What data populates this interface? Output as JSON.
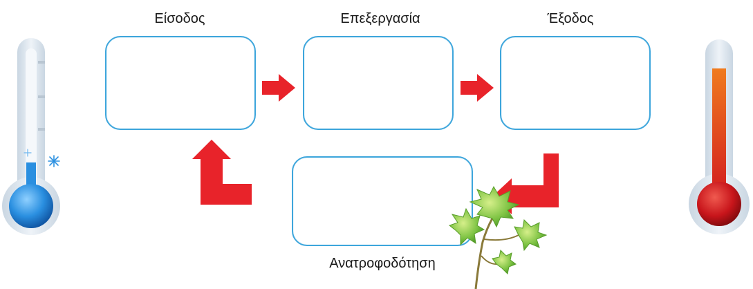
{
  "diagram": {
    "stages": {
      "input": "Είσοδος",
      "processing": "Επεξεργασία",
      "output": "Έξοδος",
      "feedback": "Ανατροφοδότηση"
    },
    "colors": {
      "box_border": "#3ea6dc",
      "arrow": "#e8232a",
      "cold_bulb": "#1e88d8",
      "hot_bulb": "#c8151b",
      "hot_column_top": "#f07b1e",
      "thermometer_body": "#dce6ef",
      "leaf": "#7cc242"
    },
    "icons": [
      "cold-thermometer-icon",
      "hot-thermometer-icon",
      "leaf-icon",
      "snowflake-icon"
    ]
  }
}
